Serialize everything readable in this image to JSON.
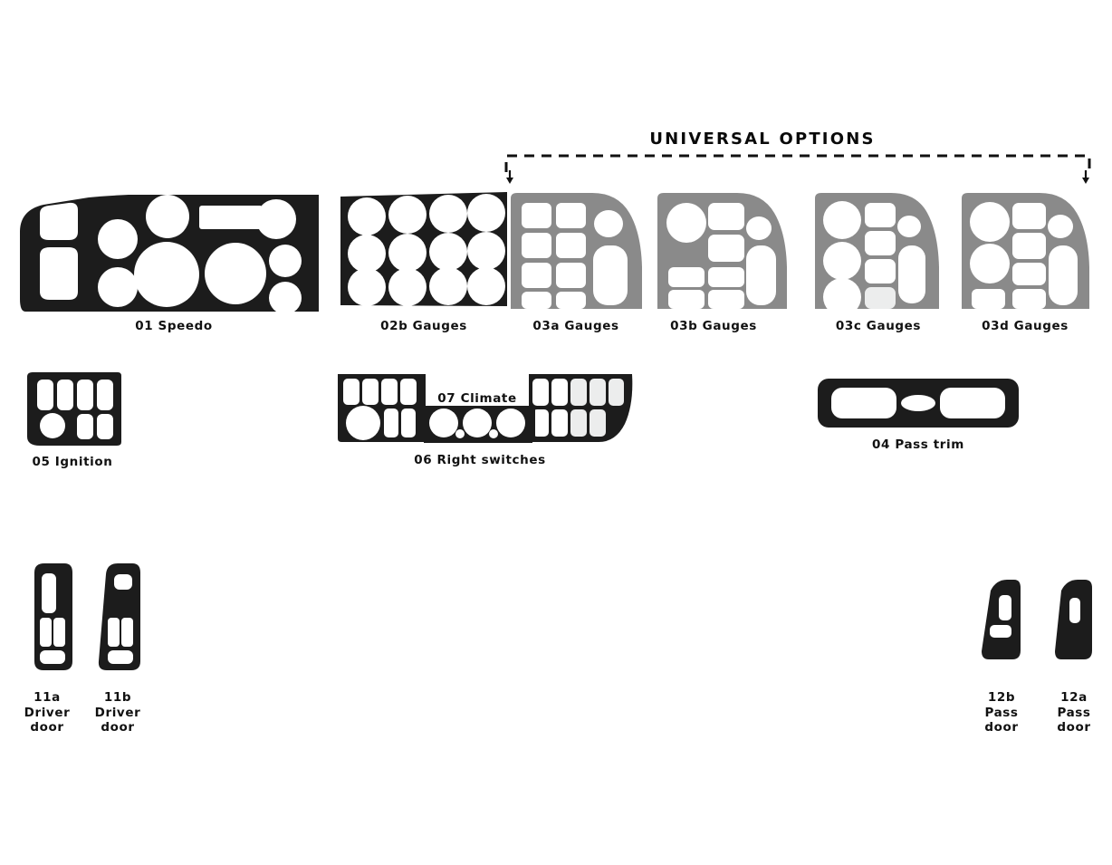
{
  "diagram": {
    "title": "UNIVERSAL OPTIONS",
    "palette": {
      "panel_black": "#1c1c1c",
      "panel_gray": "#8a8a8a",
      "cutout_white": "#ffffff",
      "cutout_offwhite": "#eceded",
      "label_text": "#111111",
      "background": "#ffffff",
      "bracket": "#111111"
    },
    "bracket": {
      "style": "dashed",
      "left_arrow": "down-arrow",
      "right_arrow": "down-arrow",
      "spans_parts": [
        "03a Gauges",
        "03b Gauges",
        "03c Gauges",
        "03d Gauges"
      ]
    },
    "rows": [
      {
        "name": "dash-panels-row",
        "parts": [
          {
            "id": "01",
            "label": "01 Speedo",
            "color": "panel_black",
            "universal": false
          },
          {
            "id": "02b",
            "label": "02b Gauges",
            "color": "panel_black",
            "universal": false
          },
          {
            "id": "03a",
            "label": "03a Gauges",
            "color": "panel_gray",
            "universal": true
          },
          {
            "id": "03b",
            "label": "03b Gauges",
            "color": "panel_gray",
            "universal": true
          },
          {
            "id": "03c",
            "label": "03c Gauges",
            "color": "panel_gray",
            "universal": true
          },
          {
            "id": "03d",
            "label": "03d Gauges",
            "color": "panel_gray",
            "universal": true
          }
        ]
      },
      {
        "name": "switch-panels-row",
        "parts": [
          {
            "id": "05",
            "label": "05 Ignition",
            "color": "panel_black",
            "universal": false
          },
          {
            "id": "06",
            "label": "06 Right switches",
            "color": "panel_black",
            "universal": false
          },
          {
            "id": "07",
            "label": "07 Climate",
            "color": "panel_black",
            "universal": false
          },
          {
            "id": "04",
            "label": "04 Pass trim",
            "color": "panel_black",
            "universal": false
          }
        ]
      },
      {
        "name": "door-panels-row",
        "parts": [
          {
            "id": "11a",
            "label": "11a\nDriver\ndoor",
            "color": "panel_black",
            "universal": false
          },
          {
            "id": "11b",
            "label": "11b\nDriver\ndoor",
            "color": "panel_black",
            "universal": false
          },
          {
            "id": "12b",
            "label": "12b\nPass\ndoor",
            "color": "panel_black",
            "universal": false
          },
          {
            "id": "12a",
            "label": "12a\nPass\ndoor",
            "color": "panel_black",
            "universal": false
          }
        ]
      }
    ]
  }
}
